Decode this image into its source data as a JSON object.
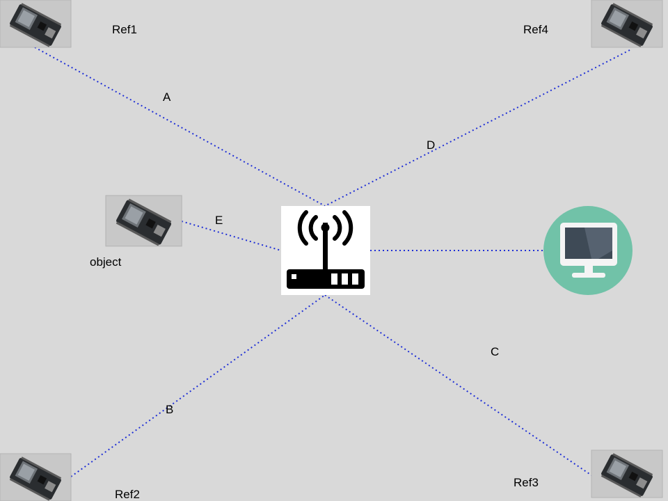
{
  "colors": {
    "background": "#d9d9d9",
    "link_line": "#1f2fd6",
    "router_icon": "#000000",
    "router_box": "#ffffff",
    "monitor_circle": "#71c2a8",
    "monitor_body": "#f4f4f4",
    "monitor_screen": "#3e4a56",
    "board_bg": "#c8c8c8",
    "board_pcb": "#2a2d30"
  },
  "nodes": {
    "ref1": {
      "label": "Ref1",
      "icon": "esp-board-icon"
    },
    "ref2": {
      "label": "Ref2",
      "icon": "esp-board-icon"
    },
    "ref3": {
      "label": "Ref3",
      "icon": "esp-board-icon"
    },
    "ref4": {
      "label": "Ref4",
      "icon": "esp-board-icon"
    },
    "object": {
      "label": "object",
      "icon": "esp-board-icon"
    },
    "router": {
      "icon": "wifi-router-icon"
    },
    "computer": {
      "icon": "monitor-icon"
    }
  },
  "links": [
    {
      "from": "ref1",
      "to": "router",
      "label": "A"
    },
    {
      "from": "ref2",
      "to": "router",
      "label": "B"
    },
    {
      "from": "ref3",
      "to": "router",
      "label": "C"
    },
    {
      "from": "ref4",
      "to": "router",
      "label": "D"
    },
    {
      "from": "object",
      "to": "router",
      "label": "E"
    },
    {
      "from": "router",
      "to": "computer",
      "label": ""
    }
  ]
}
